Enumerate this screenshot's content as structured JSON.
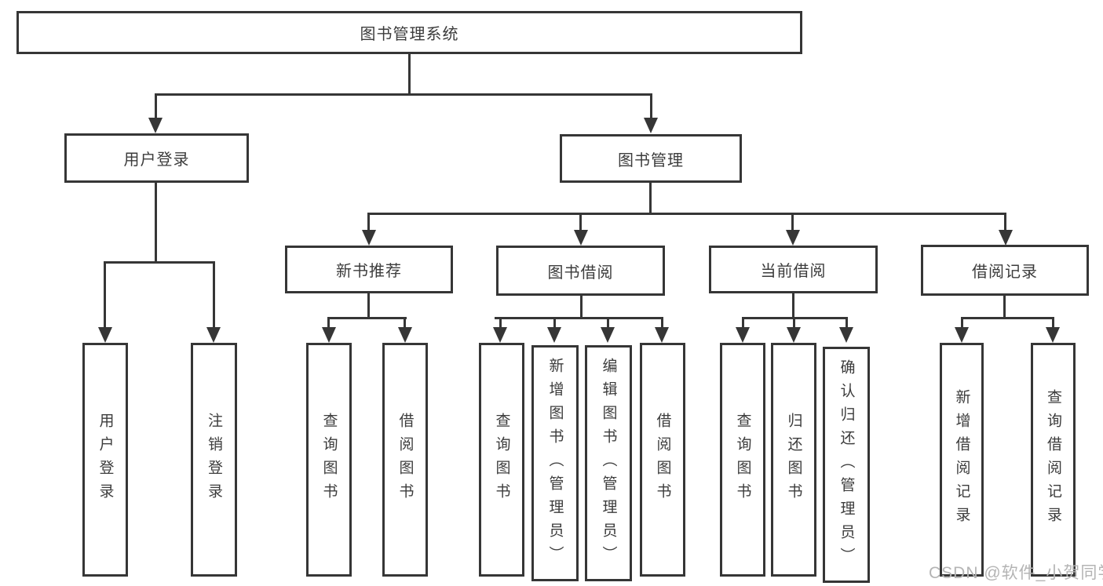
{
  "tree": {
    "root": "图书管理系统",
    "user_login": {
      "label": "用户登录",
      "children": [
        "用户登录",
        "注销登录"
      ]
    },
    "book_mgmt": {
      "label": "图书管理",
      "sections": [
        {
          "label": "新书推荐",
          "children": [
            "查询图书",
            "借阅图书"
          ]
        },
        {
          "label": "图书借阅",
          "children": [
            "查询图书",
            "新增图书（管理员）",
            "编辑图书（管理员）",
            "借阅图书"
          ]
        },
        {
          "label": "当前借阅",
          "children": [
            "查询图书",
            "归还图书",
            "确认归还（管理员）"
          ]
        },
        {
          "label": "借阅记录",
          "children": [
            "新增借阅记录",
            "查询借阅记录"
          ]
        }
      ]
    }
  },
  "watermark": "CSDN @软件_小贺同学",
  "colors": {
    "line": "#363636",
    "text": "#3c3c3c",
    "watermark": "#b4b4b4",
    "background": "#ffffff"
  }
}
